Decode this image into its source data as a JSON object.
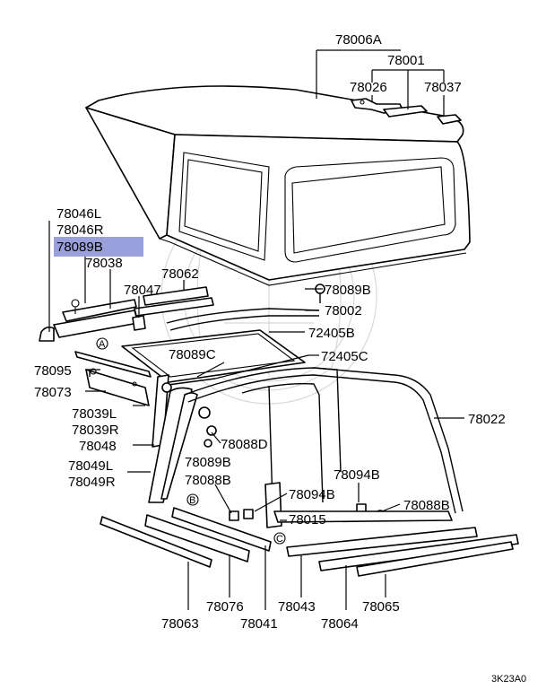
{
  "colors": {
    "highlight": "#9aa0dc",
    "ink": "#000000",
    "watermark": "#d8d8d8"
  },
  "labels": {
    "p78006A": "78006A",
    "p78001": "78001",
    "p78026": "78026",
    "p78037": "78037",
    "p78046L": "78046L",
    "p78046R": "78046R",
    "p78089B_highlight": "78089B",
    "p78038": "78038",
    "p78062": "78062",
    "p78047": "78047",
    "p78089B_a": "78089B",
    "p78002": "78002",
    "p72405B": "72405B",
    "p72405C": "72405C",
    "p78089C": "78089C",
    "p78095": "78095",
    "p78073": "78073",
    "p78039L": "78039L",
    "p78039R": "78039R",
    "p78048": "78048",
    "p78022": "78022",
    "p78088D": "78088D",
    "p78089B_b": "78089B",
    "p78088B_a": "78088B",
    "p78049L": "78049L",
    "p78049R": "78049R",
    "p78094B_a": "78094B",
    "p78094B_b": "78094B",
    "p78088B_b": "78088B",
    "p78015": "78015",
    "p78063": "78063",
    "p78076": "78076",
    "p78041": "78041",
    "p78043": "78043",
    "p78064": "78064",
    "p78065": "78065"
  },
  "markers": {
    "A": "A",
    "B": "B",
    "C": "C"
  },
  "diagram_code": "3K23A0"
}
